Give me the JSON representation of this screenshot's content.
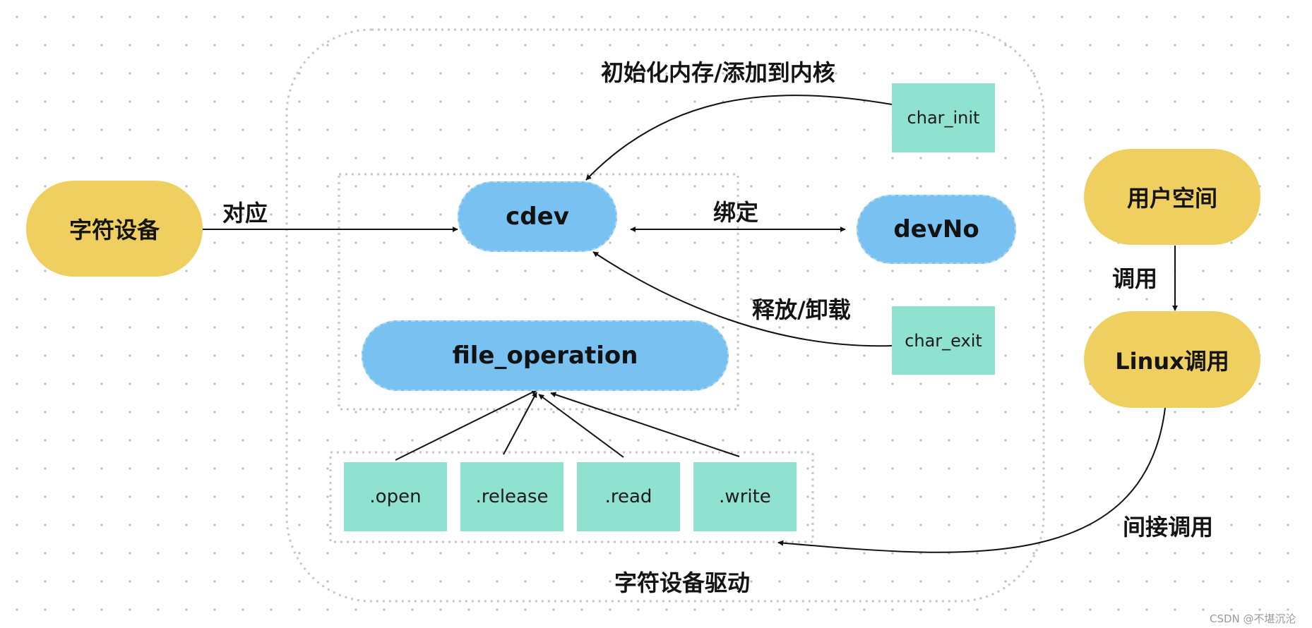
{
  "nodes": {
    "char_device": "字符设备",
    "cdev": "cdev",
    "devno": "devNo",
    "file_operation": "file_operation",
    "char_init": "char_init",
    "char_exit": "char_exit",
    "open": ".open",
    "release": ".release",
    "read": ".read",
    "write": ".write",
    "user_space": "用户空间",
    "linux_call": "Linux调用"
  },
  "edge_labels": {
    "correspond": "对应",
    "bind": "绑定",
    "init_add": "初始化内存/添加到内核",
    "release_unload": "释放/卸载",
    "call": "调用",
    "indirect_call": "间接调用"
  },
  "groups": {
    "driver_title": "字符设备驱动"
  },
  "watermark": "CSDN @不堪沉沦",
  "colors": {
    "yellow_node": "#efcf60",
    "blue_node": "#79c1f0",
    "teal_node": "#90e2d0",
    "dashed_border": "#c8c8c8",
    "arrow": "#111111"
  }
}
